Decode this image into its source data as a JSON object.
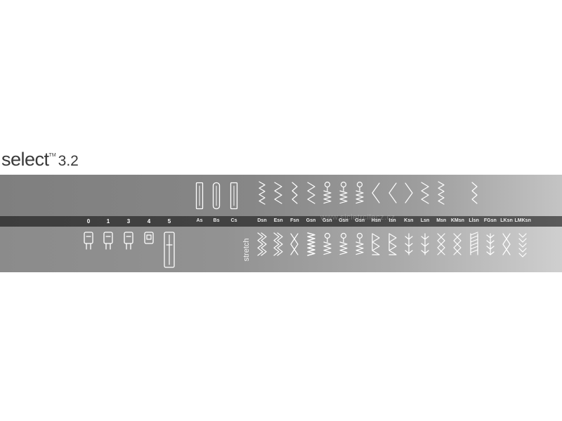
{
  "brand": {
    "name": "select",
    "trademark": "TM",
    "version": "3.2"
  },
  "feet": [
    {
      "label": "0",
      "icon": "presser-foot-icon"
    },
    {
      "label": "1",
      "icon": "presser-foot-icon"
    },
    {
      "label": "3",
      "icon": "presser-foot-icon"
    },
    {
      "label": "4",
      "icon": "presser-foot-icon"
    },
    {
      "label": "5",
      "icon": "presser-foot-icon"
    }
  ],
  "buttonholes": [
    {
      "label": "As"
    },
    {
      "label": "Bs"
    },
    {
      "label": "Cs"
    }
  ],
  "stitch_columns": [
    {
      "label": "Dsn",
      "top": "zigzag",
      "bottom": "stretch-zigzag"
    },
    {
      "label": "Esn",
      "top": "triple-zigzag",
      "bottom": "stretch-zigzag"
    },
    {
      "label": "Fsn",
      "top": "serpentine",
      "bottom": "cross"
    },
    {
      "label": "Gsn",
      "top": "triple-zigzag",
      "bottom": "dense-zigzag"
    },
    {
      "label": "Gsn",
      "top": "loop",
      "bottom": "loop"
    },
    {
      "label": "Gsn",
      "top": "loop",
      "bottom": "loop"
    },
    {
      "label": "Gsn",
      "top": "loop",
      "bottom": "loop"
    },
    {
      "label": "Hsn",
      "top": "chevron-left",
      "bottom": "triangles"
    },
    {
      "label": "Isn",
      "top": "chevron-left",
      "bottom": "triangles"
    },
    {
      "label": "Ksn",
      "top": "chevron-right",
      "bottom": "feather"
    },
    {
      "label": "Lsn",
      "top": "triple-zigzag",
      "bottom": "feather"
    },
    {
      "label": "Msn",
      "top": "zigzag",
      "bottom": "double-cross"
    },
    {
      "label": "KMsn",
      "top": "",
      "bottom": "double-cross"
    },
    {
      "label": "Llsn",
      "top": "serpentine",
      "bottom": "diagonal"
    },
    {
      "label": "FGsn",
      "top": "",
      "bottom": "arrow"
    },
    {
      "label": "LKsn",
      "top": "",
      "bottom": "cross"
    },
    {
      "label": "LMKsn",
      "top": "",
      "bottom": "chevron"
    }
  ],
  "stretch_label": "stretch",
  "watermark": "www.sicietrcilecz.cz",
  "colors": {
    "stitch": "#ffffff",
    "bar": "#444444"
  }
}
